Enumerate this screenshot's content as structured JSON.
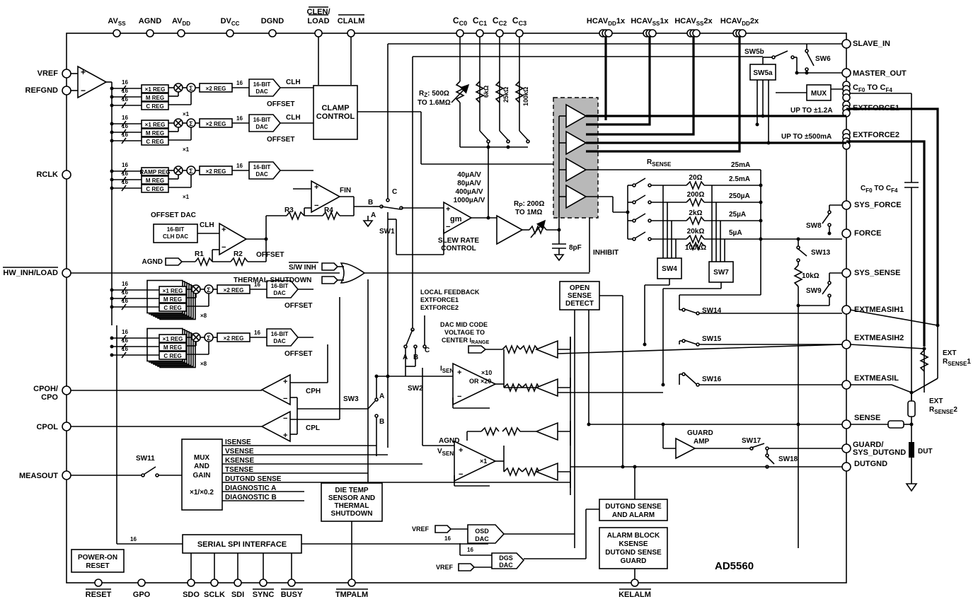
{
  "part_number": "AD5560",
  "top_pins": [
    "AVSS",
    "AGND",
    "AVDD",
    "DVCC",
    "DGND",
    "CLEN/LOAD",
    "CLALM",
    "CC0",
    "CC1",
    "CC2",
    "CC3",
    "HCAVDD1x",
    "HCAVSS1x",
    "HCAVSS2x",
    "HCAVDD2x"
  ],
  "left_pins": [
    "VREF",
    "REFGND",
    "RCLK",
    "HW_INH/LOAD",
    "CPOH/CPO",
    "CPOL",
    "MEASOUT"
  ],
  "right_pins": [
    "SLAVE_IN",
    "MASTER_OUT",
    "EXTFORCE1",
    "EXTFORCE2",
    "SYS_FORCE",
    "FORCE",
    "SYS_SENSE",
    "EXTMEASIH1",
    "EXTMEASIH2",
    "EXTMEASIL",
    "SENSE",
    "GUARD/SYS_DUTGND",
    "DUTGND"
  ],
  "bottom_pins": [
    "RESET",
    "GPO",
    "SDO",
    "SCLK",
    "SDI",
    "SYNC",
    "BUSY",
    "TMPALM",
    "KELALM"
  ],
  "blocks": {
    "clamp_control": [
      "CLAMP",
      "CONTROL"
    ],
    "mux_and_gain": [
      "MUX",
      "AND",
      "GAIN",
      "×1/×0.2"
    ],
    "die_temp": [
      "DIE TEMP",
      "SENSOR AND",
      "THERMAL",
      "SHUTDOWN"
    ],
    "spi": "SERIAL SPI INTERFACE",
    "power_on_reset": [
      "POWER-ON",
      "RESET"
    ],
    "open_sense": [
      "OPEN",
      "SENSE",
      "DETECT"
    ],
    "dutgnd_sense": [
      "DUTGND SENSE",
      "AND ALARM"
    ],
    "alarm_block": [
      "ALARM BLOCK",
      "KSENSE",
      "DUTGND SENSE",
      "GUARD"
    ],
    "slew_rate": [
      "SLEW RATE",
      "CONTROL"
    ],
    "guard_amp": [
      "GUARD",
      "AMP"
    ],
    "osd_dac": [
      "OSD",
      "DAC"
    ],
    "dgs_dac": [
      "DGS",
      "DAC"
    ],
    "mux_right": "MUX",
    "sw5a": "SW5a",
    "sw4": "SW4",
    "sw7": "SW7"
  },
  "registers": {
    "x1": "×1 REG",
    "m": "M REG",
    "c": "C REG",
    "x2": "×2 REG",
    "ramp": "RAMP REG",
    "dac16": [
      "16-BIT",
      "DAC"
    ],
    "clh_dac": [
      "16-BIT",
      "CLH DAC"
    ]
  },
  "signal_labels": {
    "clh": "CLH",
    "offset": "OFFSET",
    "offset_dac": "OFFSET DAC",
    "fin": "FIN",
    "x1": "×1",
    "x8": "×8",
    "sixteen": "16",
    "cph": "CPH",
    "cpl": "CPL",
    "sw_inh": "S/W INH",
    "thermal_shutdown": "THERMAL SHUTDOWN",
    "agnd": "AGND",
    "vref": "VREF",
    "r1": "R1",
    "r2": "R2",
    "r3": "R3",
    "r4": "R4",
    "gm_rates": [
      "40µA/V",
      "80µA/V",
      "400µA/V",
      "1000µA/V"
    ],
    "gm": "gm",
    "rz": [
      "RZ: 500Ω",
      "TO 1.6MΩ"
    ],
    "rp": [
      "RP: 200Ω",
      "TO 1MΩ"
    ],
    "cc_res": [
      "6kΩ",
      "25kΩ",
      "100kΩ"
    ],
    "cap": "8pF",
    "inhibit": "INHIBIT",
    "rsense": "RSENSE",
    "ranges": [
      "25mA",
      "2.5mA",
      "250µA",
      "25µA",
      "5µA"
    ],
    "sense_res": [
      "20Ω",
      "200Ω",
      "2kΩ",
      "20kΩ",
      "100kΩ"
    ],
    "up_to_12": "UP TO ±1.2A",
    "up_to_500": "UP TO ±500mA",
    "cf_top": "CF0 TO CF4",
    "cf_mid": "CF0 TO CF4",
    "ext_rsense1": [
      "EXT",
      "RSENSE1"
    ],
    "ext_rsense2": [
      "EXT",
      "RSENSE2"
    ],
    "dut": "DUT",
    "r10k": "10kΩ",
    "local_feedback": [
      "LOCAL FEEDBACK",
      "EXTFORCE1",
      "EXTFORCE2"
    ],
    "dac_mid": [
      "DAC MID CODE",
      "VOLTAGE TO",
      "CENTER IRANGE"
    ],
    "isense": "ISENSE",
    "vsense": "VSENSE",
    "gain": [
      "×10",
      "OR ×20"
    ],
    "mux_inputs": [
      "ISENSE",
      "VSENSE",
      "KSENSE",
      "TSENSE",
      "DUTGND SENSE",
      "DIAGNOSTIC A",
      "DIAGNOSTIC B"
    ],
    "a": "A",
    "b": "B",
    "c": "C"
  },
  "switches": [
    "SW1",
    "SW2",
    "SW3",
    "SW5b",
    "SW6",
    "SW8",
    "SW9",
    "SW11",
    "SW13",
    "SW14",
    "SW15",
    "SW16",
    "SW17",
    "SW18"
  ]
}
